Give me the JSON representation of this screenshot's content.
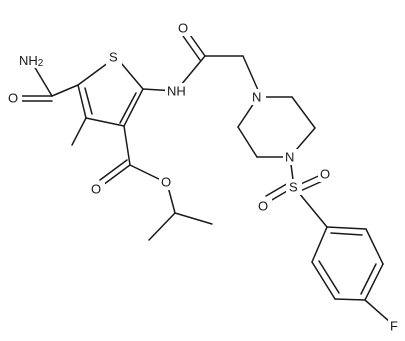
{
  "atoms": {
    "nh2": "NH2",
    "o_amide": "O",
    "s_ring": "S",
    "nh": "NH",
    "o_acyl": "O",
    "o_ester_co": "O",
    "o_ester": "O",
    "n_pip_top": "N",
    "n_pip_bot": "N",
    "s_sulfonyl": "S",
    "o_sulf_left": "O",
    "o_sulf_right": "O",
    "f": "F"
  }
}
